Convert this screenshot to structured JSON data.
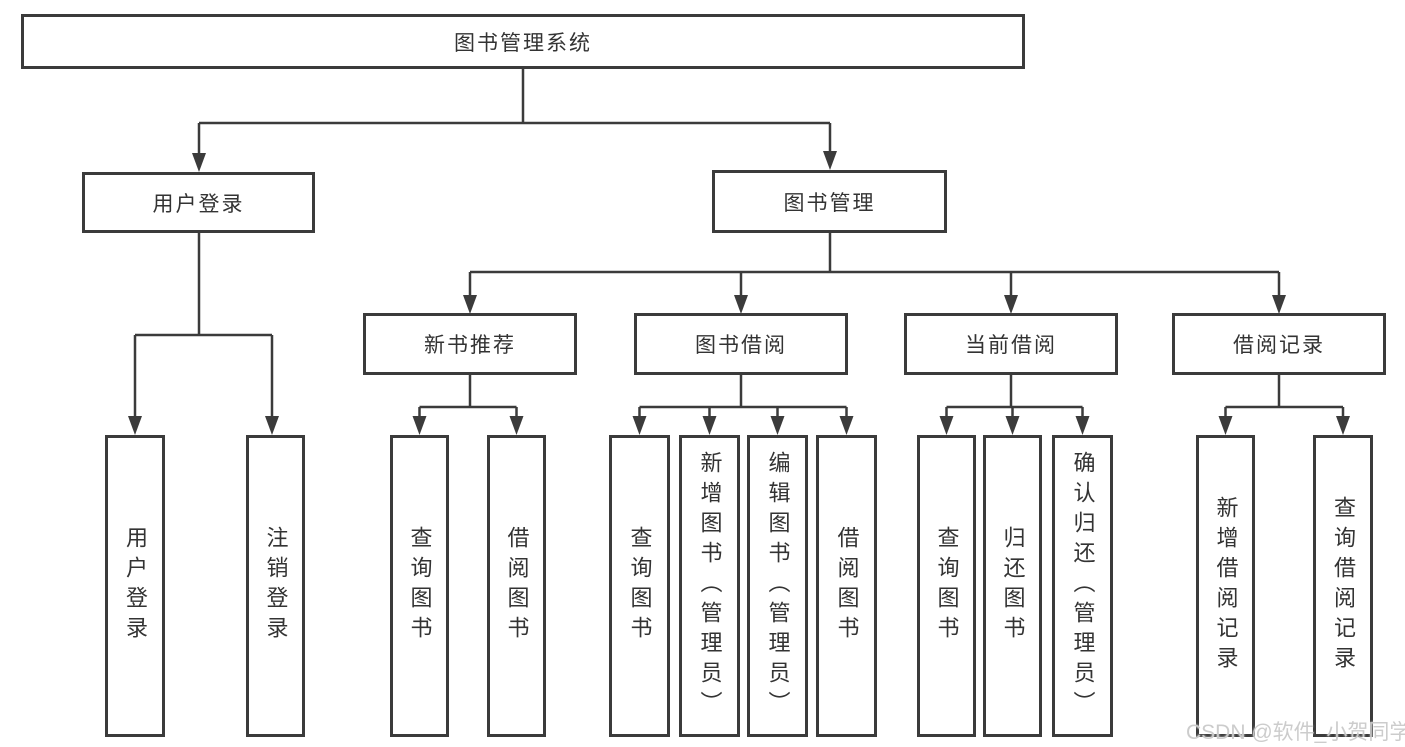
{
  "nodes": {
    "root": {
      "label": "图书管理系统"
    },
    "user_login": {
      "label": "用户登录"
    },
    "book_mgmt": {
      "label": "图书管理"
    },
    "new_book_rec": {
      "label": "新书推荐"
    },
    "book_borrow": {
      "label": "图书借阅"
    },
    "current_borrow": {
      "label": "当前借阅"
    },
    "borrow_records": {
      "label": "借阅记录"
    },
    "leaf_user_login": {
      "label": "用户登录"
    },
    "leaf_logout": {
      "label": "注销登录"
    },
    "leaf_nb_query": {
      "label": "查询图书"
    },
    "leaf_nb_borrow": {
      "label": "借阅图书"
    },
    "leaf_bb_query": {
      "label": "查询图书"
    },
    "leaf_bb_add": {
      "label": "新增图书（管理员）"
    },
    "leaf_bb_edit": {
      "label": "编辑图书（管理员）"
    },
    "leaf_bb_borrow": {
      "label": "借阅图书"
    },
    "leaf_cb_query": {
      "label": "查询图书"
    },
    "leaf_cb_return": {
      "label": "归还图书"
    },
    "leaf_cb_confirm": {
      "label": "确认归还（管理员）"
    },
    "leaf_br_add": {
      "label": "新增借阅记录"
    },
    "leaf_br_query": {
      "label": "查询借阅记录"
    }
  },
  "watermark": "CSDN @软件_小贺同学",
  "colors": {
    "line": "#3b3b3b",
    "text": "#333333",
    "watermark": "#c9c9c9",
    "background": "#ffffff"
  }
}
